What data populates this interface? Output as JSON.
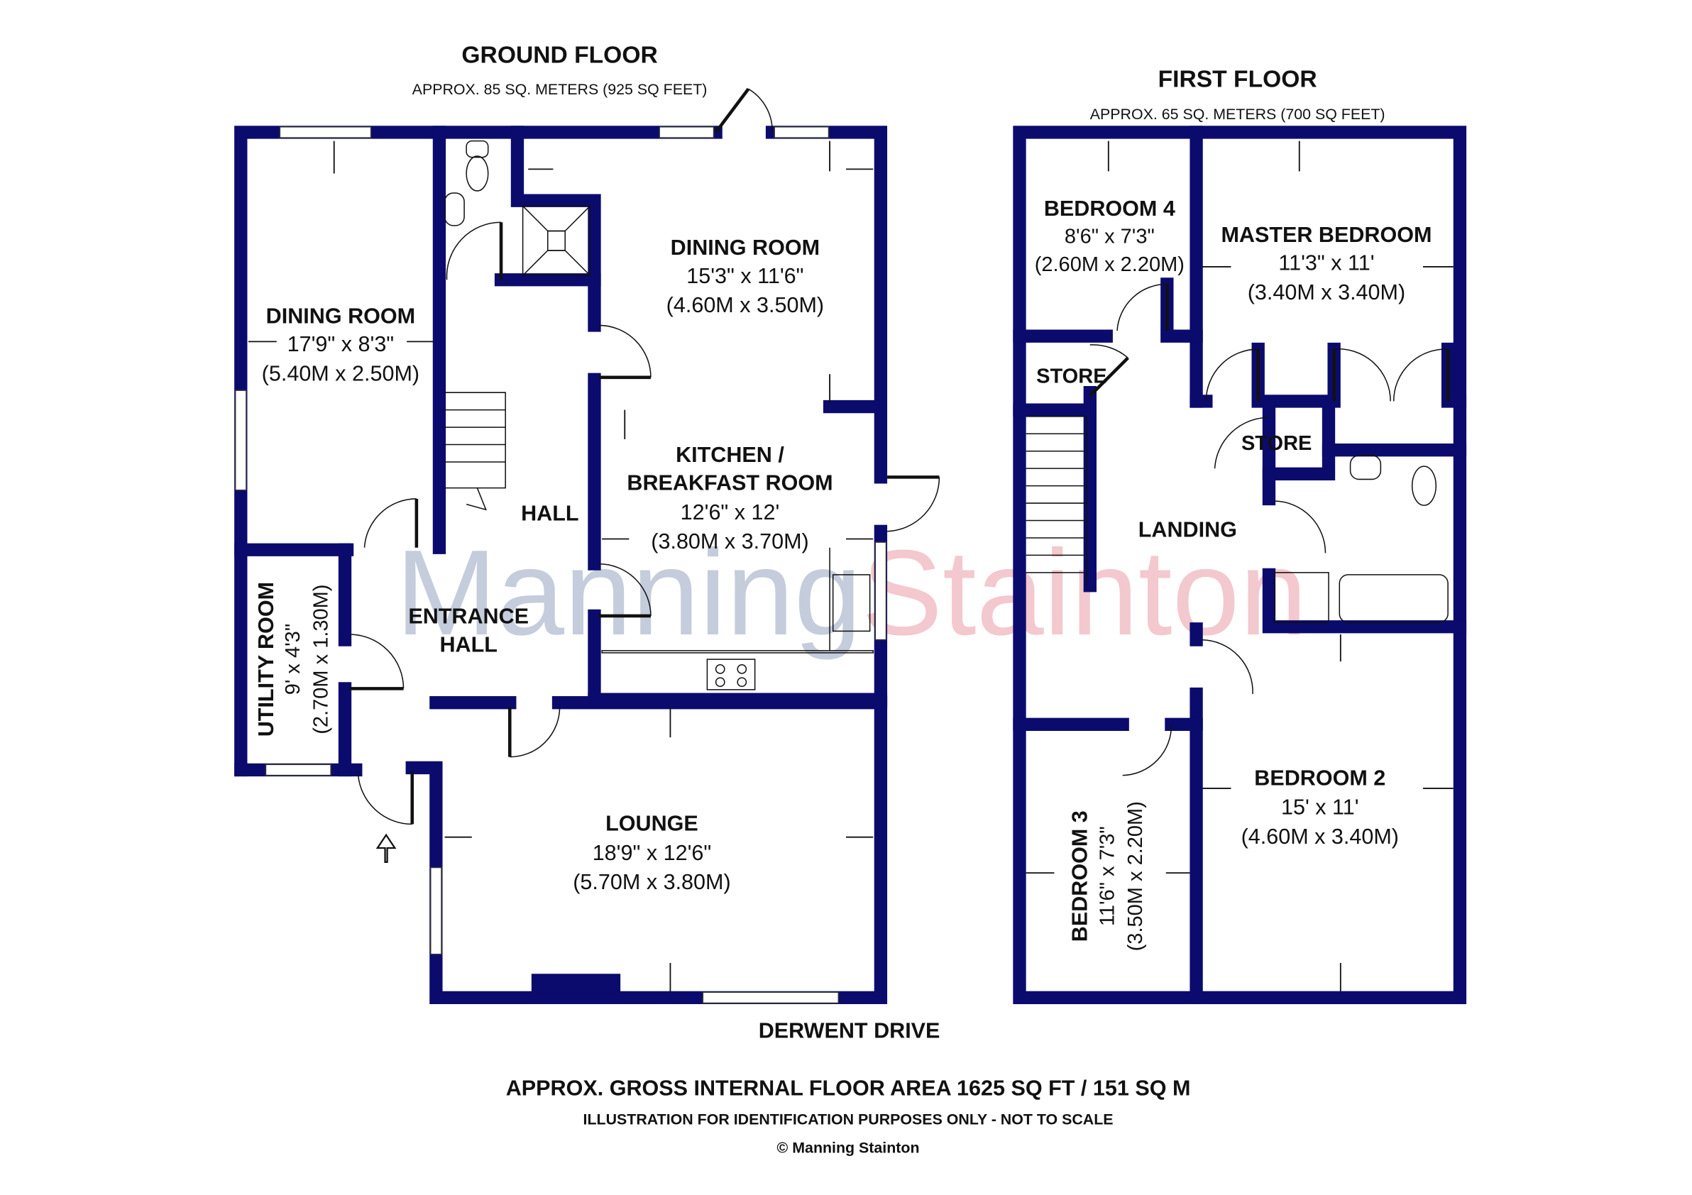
{
  "ground_floor": {
    "title": "GROUND FLOOR",
    "area": "APPROX. 85 SQ. METERS (925 SQ FEET)",
    "rooms": [
      {
        "name": "DINING ROOM",
        "imperial": "17'9\" x 8'3\"",
        "metric": "(5.40M x 2.50M)"
      },
      {
        "name": "DINING ROOM",
        "imperial": "15'3\" x 11'6\"",
        "metric": "(4.60M x 3.50M)"
      },
      {
        "name_line1": "KITCHEN /",
        "name_line2": "BREAKFAST ROOM",
        "imperial": "12'6\" x 12'",
        "metric": "(3.80M x 3.70M)"
      },
      {
        "name": "HALL"
      },
      {
        "name_line1": "ENTRANCE",
        "name_line2": "HALL"
      },
      {
        "name": "UTILITY ROOM",
        "imperial": "9' x 4'3\"",
        "metric": "(2.70M x 1.30M)"
      },
      {
        "name": "LOUNGE",
        "imperial": "18'9\" x 12'6\"",
        "metric": "(5.70M x 3.80M)"
      }
    ],
    "street": "DERWENT DRIVE"
  },
  "first_floor": {
    "title": "FIRST FLOOR",
    "area": "APPROX. 65 SQ. METERS (700 SQ FEET)",
    "rooms": [
      {
        "name": "BEDROOM 4",
        "imperial": "8'6\" x 7'3\"",
        "metric": "(2.60M x 2.20M)"
      },
      {
        "name": "MASTER BEDROOM",
        "imperial": "11'3\" x 11'",
        "metric": "(3.40M x 3.40M)"
      },
      {
        "name": "STORE"
      },
      {
        "name": "STORE"
      },
      {
        "name": "LANDING"
      },
      {
        "name": "BEDROOM 3",
        "imperial": "11'6\" x 7'3\"",
        "metric": "(3.50M x 2.20M)"
      },
      {
        "name": "BEDROOM 2",
        "imperial": "15' x 11'",
        "metric": "(4.60M x 3.40M)"
      }
    ]
  },
  "footer": {
    "gross_area": "APPROX. GROSS INTERNAL FLOOR AREA 1625 SQ FT / 151 SQ M",
    "disclaimer": "ILLUSTRATION FOR IDENTIFICATION PURPOSES ONLY - NOT TO SCALE",
    "copyright": "© Manning Stainton"
  },
  "watermark": {
    "part1": "Manning",
    "part2": "Stainton"
  },
  "colors": {
    "wall": "#0b0b6e",
    "watermark1": "#9aa6bf",
    "watermark2": "#e8a0aa"
  }
}
